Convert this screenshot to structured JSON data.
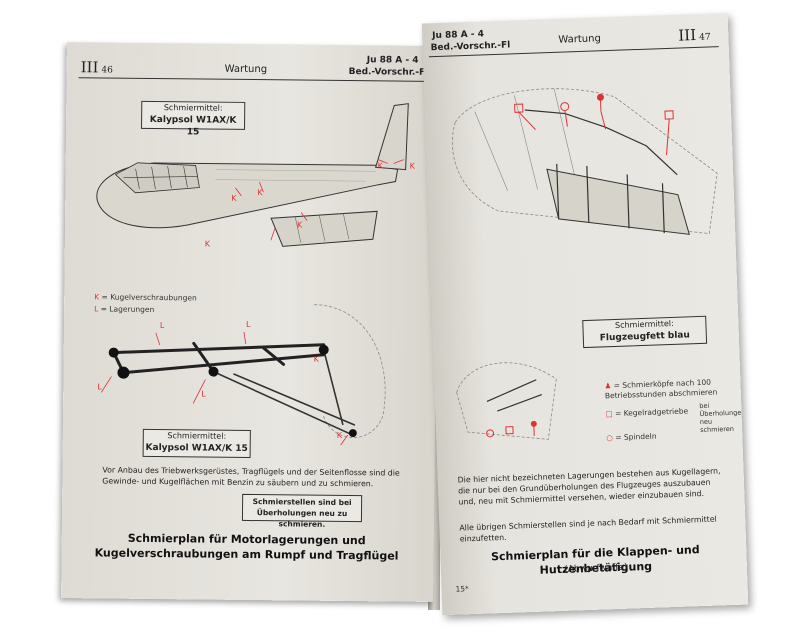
{
  "left_page": {
    "section": "III",
    "page_no": "46",
    "header_title": "Wartung",
    "header_model": "Ju 88 A - 4",
    "header_doc": "Bed.-Vorschr.-Fl",
    "lubricant_box_1": {
      "label": "Schmiermittel:",
      "value": "Kalypsol W1AX/K 15"
    },
    "legend": [
      {
        "symbol": "K",
        "text": "= Kugelverschraubungen"
      },
      {
        "symbol": "L",
        "text": "= Lagerungen"
      }
    ],
    "lubricant_box_2": {
      "label": "Schmiermittel:",
      "value": "Kalypsol W1AX/K 15"
    },
    "caption": "Vor Anbau des Triebwerksgerüstes, Tragflügels und der Seitenflosse sind die Gewinde- und Kugelflächen mit Benzin zu säubern und zu schmieren.",
    "note_box": "Schmierstellen sind bei Überholungen neu zu schmieren.",
    "title": "Schmierplan für Motorlagerungen und Kugelverschraubungen am Rumpf und Tragflügel",
    "callout_k": "K",
    "callout_l": "L"
  },
  "right_page": {
    "header_model": "Ju 88 A - 4",
    "header_doc": "Bed.-Vorschr.-Fl",
    "header_title": "Wartung",
    "section": "III",
    "page_no": "47",
    "lubricant_box": {
      "label": "Schmiermittel:",
      "value": "Flugzeugfett blau"
    },
    "legend": [
      {
        "symbol": "pin",
        "text": "= Schmierköpfe nach 100 Betriebsstunden abschmieren"
      },
      {
        "symbol": "square",
        "text": "= Kegelradgetriebe"
      },
      {
        "symbol": "circle",
        "text": "= Spindeln"
      }
    ],
    "legend_side_note": "bei Überholungen neu schmieren",
    "paragraph_1": "Die hier nicht bezeichneten Lagerungen bestehen aus Kugellagern, die nur bei den Grundüberholungen des Flugzeuges auszubauen und, neu mit Schmiermittel versehen, wieder einzubauen sind.",
    "paragraph_2": "Alle übrigen Schmierstellen sind je nach Bedarf mit Schmiermittel einzufetten.",
    "title": "Schmierplan für die Klappen- und Hutzenbetätigung",
    "subtitle": "(Abwurfwaffe)",
    "footer_mark": "15*"
  },
  "colors": {
    "paper": "#e6e4de",
    "ink": "#222222",
    "accent_red": "#d33333"
  }
}
